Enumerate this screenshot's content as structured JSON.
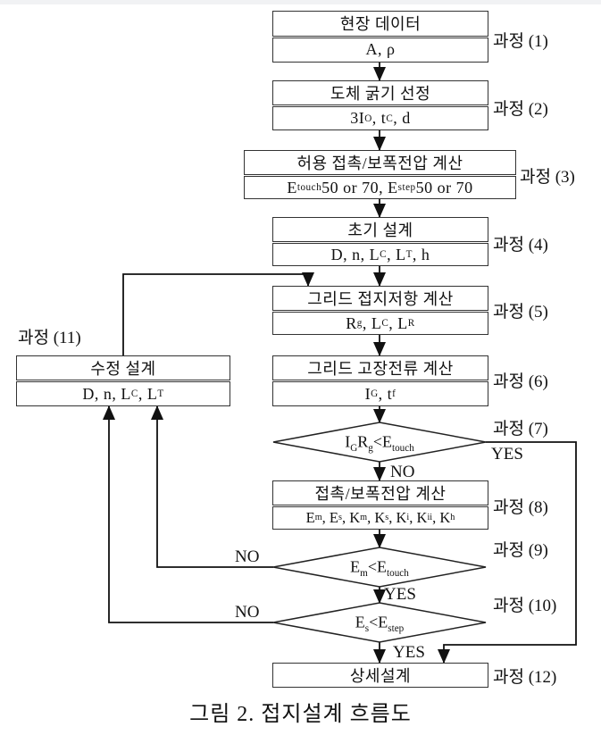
{
  "page": {
    "caption": "그림 2. 접지설계 흐름도",
    "background": "#ffffff",
    "top_bar_color": "#f1f2f4",
    "line_color": "#111111",
    "box_border_color": "#333333"
  },
  "steps": [
    {
      "label": "과정 (1)",
      "title": "현장 데이터",
      "value_parts": [
        {
          "t": "A, ρ"
        }
      ]
    },
    {
      "label": "과정 (2)",
      "title": "도체 굵기 선정",
      "value_parts": [
        {
          "t": "3I"
        },
        {
          "sub": "O"
        },
        {
          "t": ", t"
        },
        {
          "sub": "C"
        },
        {
          "t": ", d"
        }
      ]
    },
    {
      "label": "과정 (3)",
      "title": "허용 접촉/보폭전압 계산",
      "value_parts": [
        {
          "t": "E"
        },
        {
          "sub": "touch"
        },
        {
          "t": " 50 or 70, E"
        },
        {
          "sub": "step"
        },
        {
          "t": " 50 or 70"
        }
      ]
    },
    {
      "label": "과정 (4)",
      "title": "초기 설계",
      "value_parts": [
        {
          "t": "D, n, L"
        },
        {
          "sub": "C"
        },
        {
          "t": ", L"
        },
        {
          "sub": "T"
        },
        {
          "t": ", h"
        }
      ]
    },
    {
      "label": "과정 (5)",
      "title": "그리드 접지저항 계산",
      "value_parts": [
        {
          "t": "R"
        },
        {
          "sub": "g"
        },
        {
          "t": ", L"
        },
        {
          "sub": "C"
        },
        {
          "t": ", L"
        },
        {
          "sub": "R"
        }
      ]
    },
    {
      "label": "과정 (6)",
      "title": "그리드 고장전류 계산",
      "value_parts": [
        {
          "t": "I"
        },
        {
          "sub": "G"
        },
        {
          "t": ", t"
        },
        {
          "sub": "f"
        }
      ]
    },
    {
      "label": "과정 (7)",
      "condition_parts": [
        {
          "t": "I"
        },
        {
          "sub": "G"
        },
        {
          "t": "R"
        },
        {
          "sub": "g"
        },
        {
          "t": "<E"
        },
        {
          "sub": "touch"
        }
      ]
    },
    {
      "label": "과정 (8)",
      "title": "접촉/보폭전압 계산",
      "value_parts": [
        {
          "t": "E"
        },
        {
          "sub": "m"
        },
        {
          "t": ", E"
        },
        {
          "sub": "s"
        },
        {
          "t": ", K"
        },
        {
          "sub": "m"
        },
        {
          "t": ", K"
        },
        {
          "sub": "s"
        },
        {
          "t": ", K"
        },
        {
          "sub": "i"
        },
        {
          "t": ", K"
        },
        {
          "sub": "ii"
        },
        {
          "t": ", K"
        },
        {
          "sub": "h"
        }
      ]
    },
    {
      "label": "과정 (9)",
      "condition_parts": [
        {
          "t": "E"
        },
        {
          "sub": "m"
        },
        {
          "t": "<E"
        },
        {
          "sub": "touch"
        }
      ]
    },
    {
      "label": "과정 (10)",
      "condition_parts": [
        {
          "t": "E"
        },
        {
          "sub": "s"
        },
        {
          "t": "<E"
        },
        {
          "sub": "step"
        }
      ]
    },
    {
      "label": "과정 (11)",
      "title": "수정 설계",
      "value_parts": [
        {
          "t": "D, n, L"
        },
        {
          "sub": "C"
        },
        {
          "t": ", L"
        },
        {
          "sub": "T"
        }
      ]
    },
    {
      "label": "과정 (12)",
      "title": "상세설계"
    }
  ],
  "edges": {
    "d7_yes": "YES",
    "d7_no": "NO",
    "d9_yes": "YES",
    "d9_no": "NO",
    "d10_yes": "YES",
    "d10_no": "NO"
  }
}
